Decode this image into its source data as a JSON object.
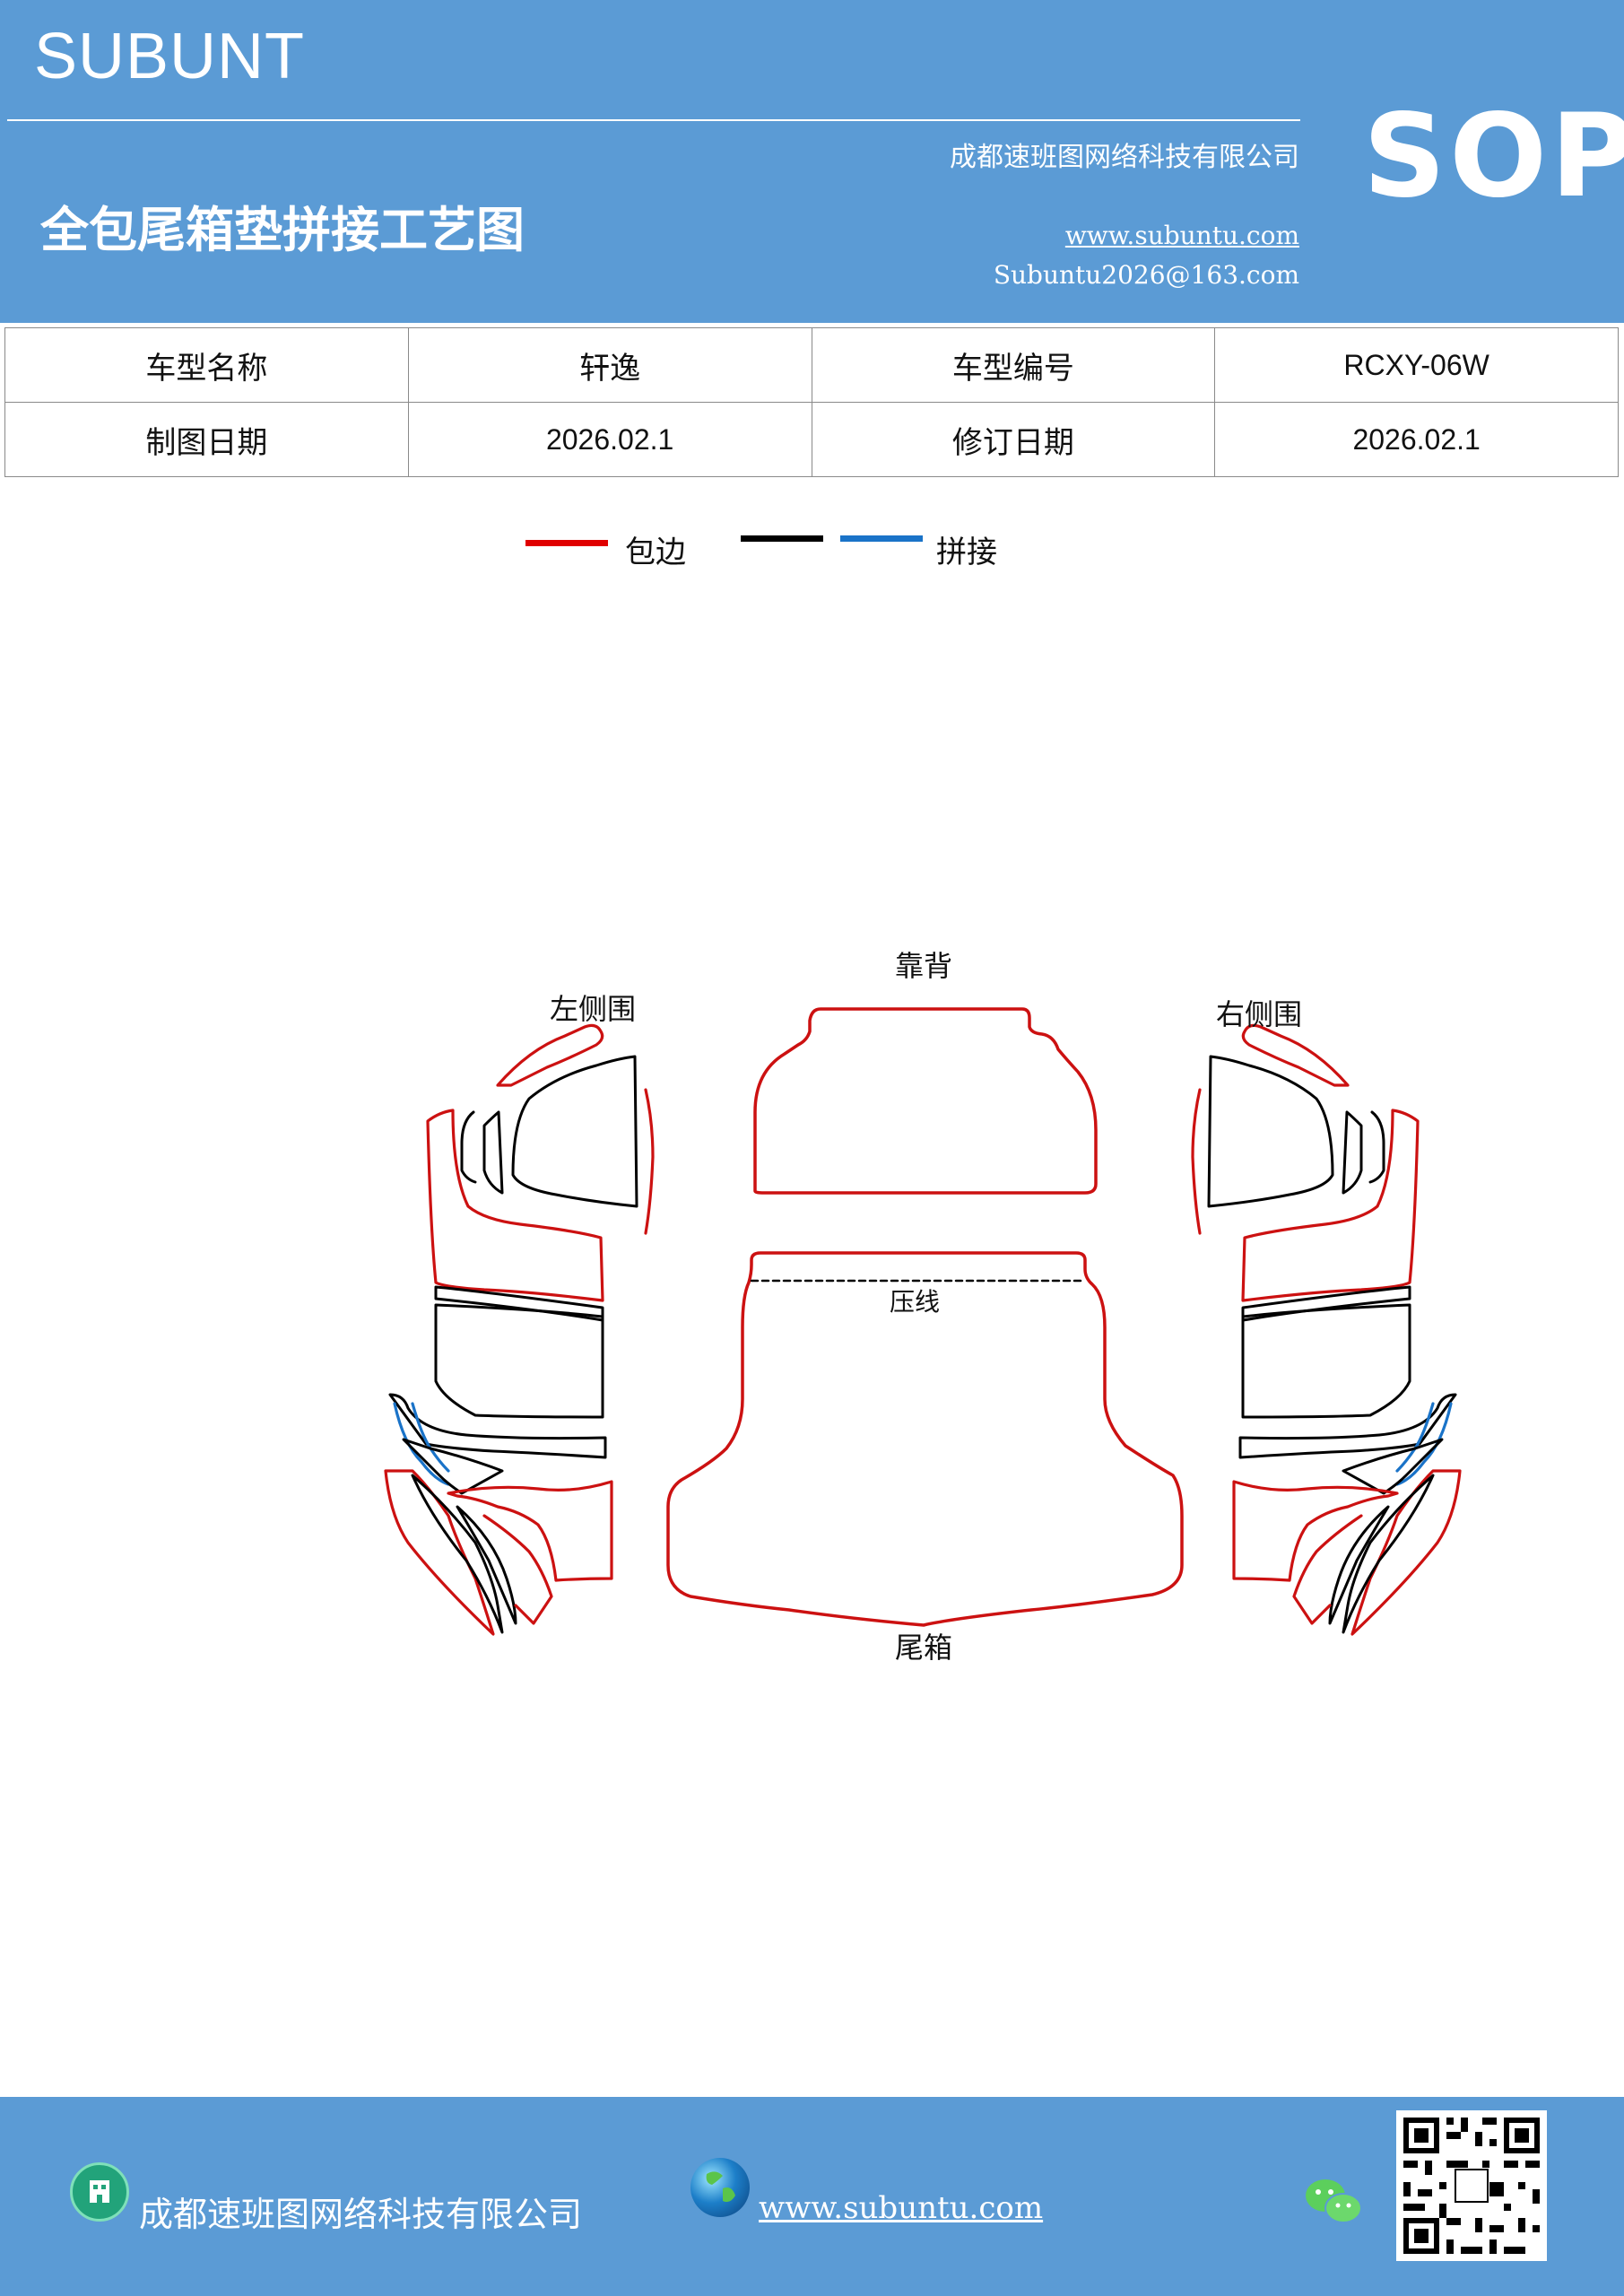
{
  "header": {
    "brand": "SUBUNT",
    "sop": "SOP",
    "company": "成都速班图网络科技有限公司",
    "title": "全包尾箱垫拼接工艺图",
    "website": "www.subuntu.com",
    "email": "Subuntu2026@163.com"
  },
  "info": {
    "model_name_label": "车型名称",
    "model_name_value": "轩逸",
    "model_code_label": "车型编号",
    "model_code_value": "RCXY-06W",
    "drawing_date_label": "制图日期",
    "drawing_date_value": "2026.02.1",
    "revision_date_label": "修订日期",
    "revision_date_value": "2026.02.1"
  },
  "legend": {
    "wrap_label": "包边",
    "splice_label": "拼接",
    "colors": {
      "wrap": "#e00000",
      "black": "#000000",
      "splice": "#1a73c8"
    }
  },
  "drawing": {
    "backrest": "靠背",
    "left_side": "左侧围",
    "right_side": "右侧围",
    "crease": "压线",
    "trunk": "尾箱"
  },
  "footer": {
    "company": "成都速班图网络科技有限公司",
    "website": "www.subuntu.com"
  },
  "icons": [
    "building-icon",
    "globe-icon",
    "wechat-icon",
    "qr-code"
  ]
}
